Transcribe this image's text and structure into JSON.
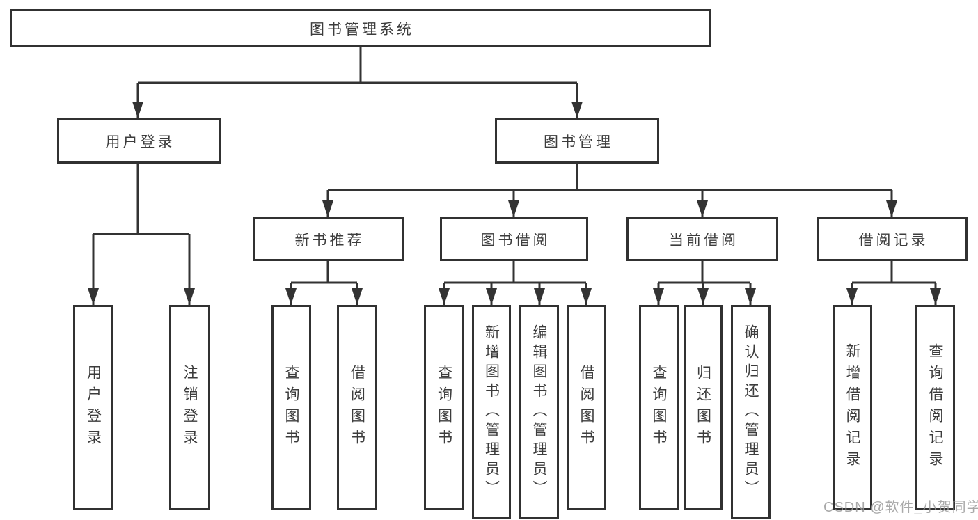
{
  "tree": {
    "root": {
      "label": "图书管理系统"
    },
    "children": [
      {
        "label": "用户登录",
        "children": [
          {
            "label": "用户登录"
          },
          {
            "label": "注销登录"
          }
        ]
      },
      {
        "label": "图书管理",
        "children": [
          {
            "label": "新书推荐",
            "children": [
              {
                "label": "查询图书"
              },
              {
                "label": "借阅图书"
              }
            ]
          },
          {
            "label": "图书借阅",
            "children": [
              {
                "label": "查询图书"
              },
              {
                "label": "新增图书（管理员）"
              },
              {
                "label": "编辑图书（管理员）"
              },
              {
                "label": "借阅图书"
              }
            ]
          },
          {
            "label": "当前借阅",
            "children": [
              {
                "label": "查询图书"
              },
              {
                "label": "归还图书"
              },
              {
                "label": "确认归还（管理员）"
              }
            ]
          },
          {
            "label": "借阅记录",
            "children": [
              {
                "label": "新增借阅记录"
              },
              {
                "label": "查询借阅记录"
              }
            ]
          }
        ]
      }
    ]
  },
  "watermark": {
    "text": "CSDN @软件_小贺同学"
  },
  "colors": {
    "line": "#333333",
    "box_border": "#313131",
    "text": "#3c3c3c",
    "background": "#ffffff",
    "watermark": "#9a9a9a"
  }
}
